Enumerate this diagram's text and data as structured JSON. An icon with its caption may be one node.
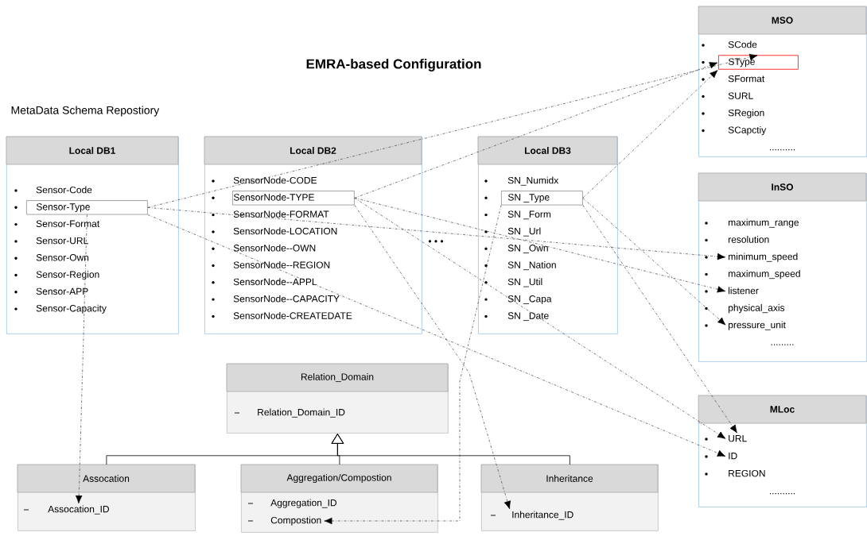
{
  "diagram": {
    "title": "EMRA-based Configuration",
    "nodes": [
      {
        "text": [
          "Local DB1",
          "Sensor-Code",
          "Sensor-Format",
          "Sensor-URL",
          "Sensor-Own",
          "Sensor-Region",
          "Sensor-APP",
          "Sensor-Capacity"
        ]
      },
      {
        "text": [
          "Sensor-Type"
        ],
        "in": 0
      },
      {
        "text": [
          "Local DB2",
          "SensorNode-CODE",
          "SensorNode-FORMAT",
          "SensorNode-LOCATION",
          "SensorNode--OWN",
          "SensorNode--REGION",
          "SensorNode--APPL",
          "SensorNode--CAPACITY",
          "SensorNode-CREATEDATE"
        ]
      },
      {
        "text": [
          "SensorNode-TYPE"
        ],
        "in": 2
      },
      {
        "text": [
          "Local DB3",
          "SN_Numidx",
          "SN _Form",
          "SN _Url",
          "SN _Own",
          "SN _Nation",
          "SN _Util",
          "SN _Capa",
          "SN _Date"
        ]
      },
      {
        "text": [
          "SN _Type"
        ],
        "in": 4
      },
      {
        "text": [
          "MSO",
          "SCode",
          "SFormat",
          "SURL",
          "SRegion",
          "SCapctiy",
          ".........."
        ]
      },
      {
        "text": [
          "SType"
        ],
        "in": 6
      },
      {
        "text": [
          "InSO",
          "maximum_range",
          "resolution",
          "maximum_speed",
          "physical_axis",
          "........."
        ]
      },
      {
        "text": [
          "minimum_speed"
        ],
        "in": 8
      },
      {
        "text": [
          "listener"
        ],
        "in": 8
      },
      {
        "text": [
          "pressure_unit"
        ],
        "in": 8
      },
      {
        "text": [
          "MLoc",
          "REGION",
          ".........."
        ]
      },
      {
        "text": [
          "URL"
        ],
        "in": 12
      },
      {
        "text": [
          "ID"
        ],
        "in": 12
      },
      {
        "text": [
          "Relation_Domain",
          "Relation_Domain_ID"
        ]
      },
      {
        "text": [
          "Assocation"
        ]
      },
      {
        "text": [
          "Assocation_ID"
        ],
        "in": 16
      },
      {
        "text": [
          "Aggregation/Compostion",
          "Aggregation_ID"
        ]
      },
      {
        "text": [
          "Compostion"
        ],
        "in": 18
      },
      {
        "text": [
          "Inheritance"
        ]
      },
      {
        "text": [
          "Inheritance_ID"
        ],
        "in": 20
      }
    ],
    "edges": [
      {
        "from": 1,
        "to": 7,
        "arrow": "to",
        "style": "dashed"
      },
      {
        "from": 3,
        "to": 7,
        "arrow": "to",
        "style": "dashed"
      },
      {
        "from": 5,
        "to": 7,
        "arrow": "to",
        "style": "dashed"
      },
      {
        "from": 1,
        "to": 9,
        "arrow": "to",
        "style": "dashed"
      },
      {
        "from": 3,
        "to": 10,
        "arrow": "to",
        "style": "dashed"
      },
      {
        "from": 5,
        "to": 11,
        "arrow": "to",
        "style": "dashed"
      },
      {
        "from": 3,
        "to": 13,
        "arrow": "to",
        "style": "dashed"
      },
      {
        "from": 5,
        "to": 13,
        "arrow": "to",
        "style": "dashed"
      },
      {
        "from": 1,
        "to": 14,
        "arrow": "to",
        "style": "dashed"
      },
      {
        "from": 1,
        "to": 17,
        "arrow": "to",
        "style": "dashed"
      },
      {
        "from": 5,
        "to": 19,
        "arrow": "to",
        "style": "dashed"
      },
      {
        "from": 3,
        "to": 21,
        "arrow": "to",
        "style": "dashed"
      },
      {
        "from": 16,
        "to": 15,
        "arrow": "to",
        "color": "#000000"
      },
      {
        "from": 18,
        "to": 15,
        "arrow": "to",
        "color": "#000000"
      },
      {
        "from": 20,
        "to": 15,
        "arrow": "to",
        "color": "#000000"
      }
    ],
    "labels": [
      "MetaData Schema Repostiory",
      "• • •"
    ]
  }
}
